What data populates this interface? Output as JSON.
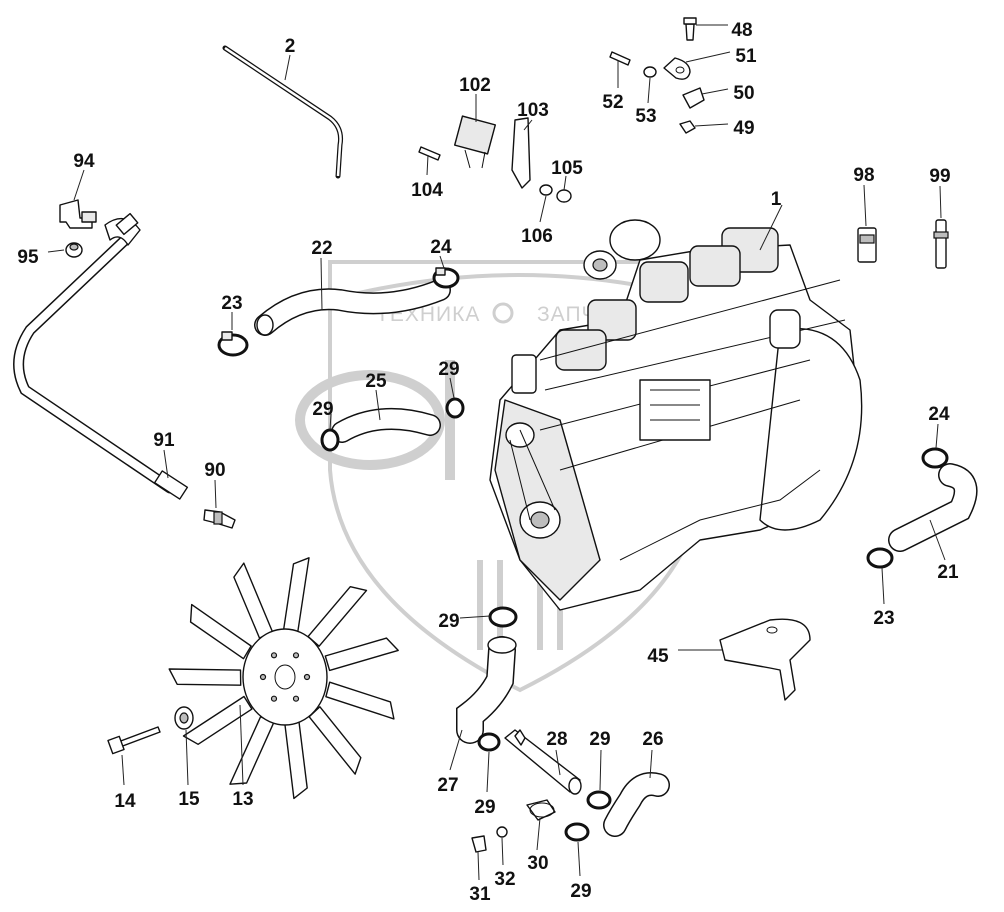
{
  "diagram": {
    "watermark": {
      "left_text": "ТЕХНИКА",
      "right_text": "ЗАПЧАСТИ"
    },
    "callouts": [
      "1",
      "2",
      "13",
      "14",
      "15",
      "21",
      "22",
      "23",
      "23",
      "24",
      "24",
      "25",
      "26",
      "27",
      "28",
      "29",
      "29",
      "29",
      "29",
      "29",
      "29",
      "30",
      "31",
      "32",
      "45",
      "48",
      "49",
      "50",
      "51",
      "52",
      "53",
      "90",
      "91",
      "94",
      "95",
      "98",
      "99",
      "102",
      "103",
      "104",
      "105",
      "106"
    ]
  },
  "colors": {
    "line": "#111111",
    "watermark": "#cfcfcf",
    "background": "#ffffff"
  }
}
